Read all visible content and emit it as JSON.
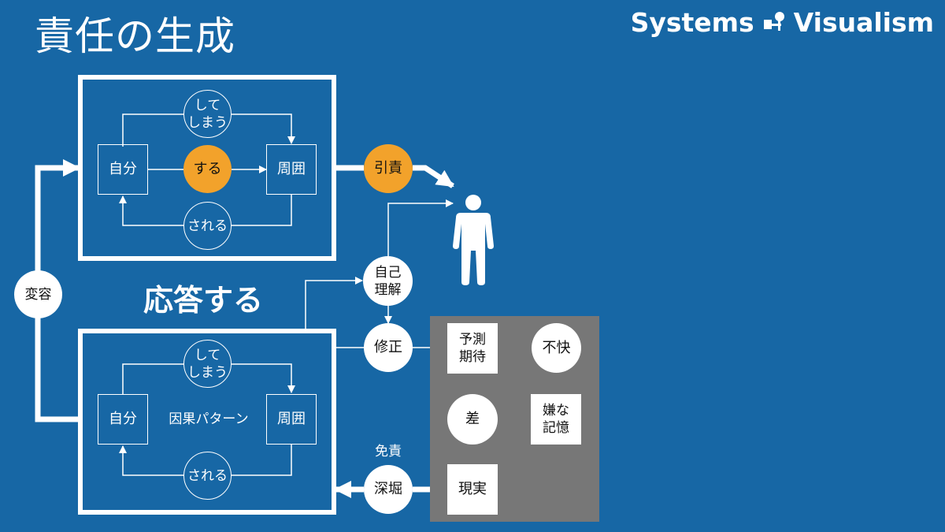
{
  "title": "責任の生成",
  "logo": {
    "left": "Systems",
    "right": "Visualism",
    "icon": "systems-visualism-logo-icon"
  },
  "heading": "応答する",
  "top_loop": {
    "self": "自分",
    "surroundings": "周囲",
    "action": "する",
    "unintended": "して\nしまう",
    "received": "される"
  },
  "bottom_loop": {
    "self": "自分",
    "surroundings": "周囲",
    "center_label": "因果パターン",
    "unintended": "して\nしまう",
    "received": "される"
  },
  "transform": "変容",
  "take_responsibility": "引責",
  "self_understanding": "自己\n理解",
  "correction": "修正",
  "dig_deep": "深堀",
  "exemption": "免責",
  "gray_box": {
    "expectation": "予測\n期待",
    "discomfort": "不快",
    "gap": "差",
    "bad_memory": "嫌な\n記憶",
    "reality": "現実"
  },
  "colors": {
    "background": "#1767a5",
    "accent": "#f2a22b",
    "panel": "#777777",
    "line": "#ffffff"
  },
  "icons": {
    "person": "person-icon"
  }
}
